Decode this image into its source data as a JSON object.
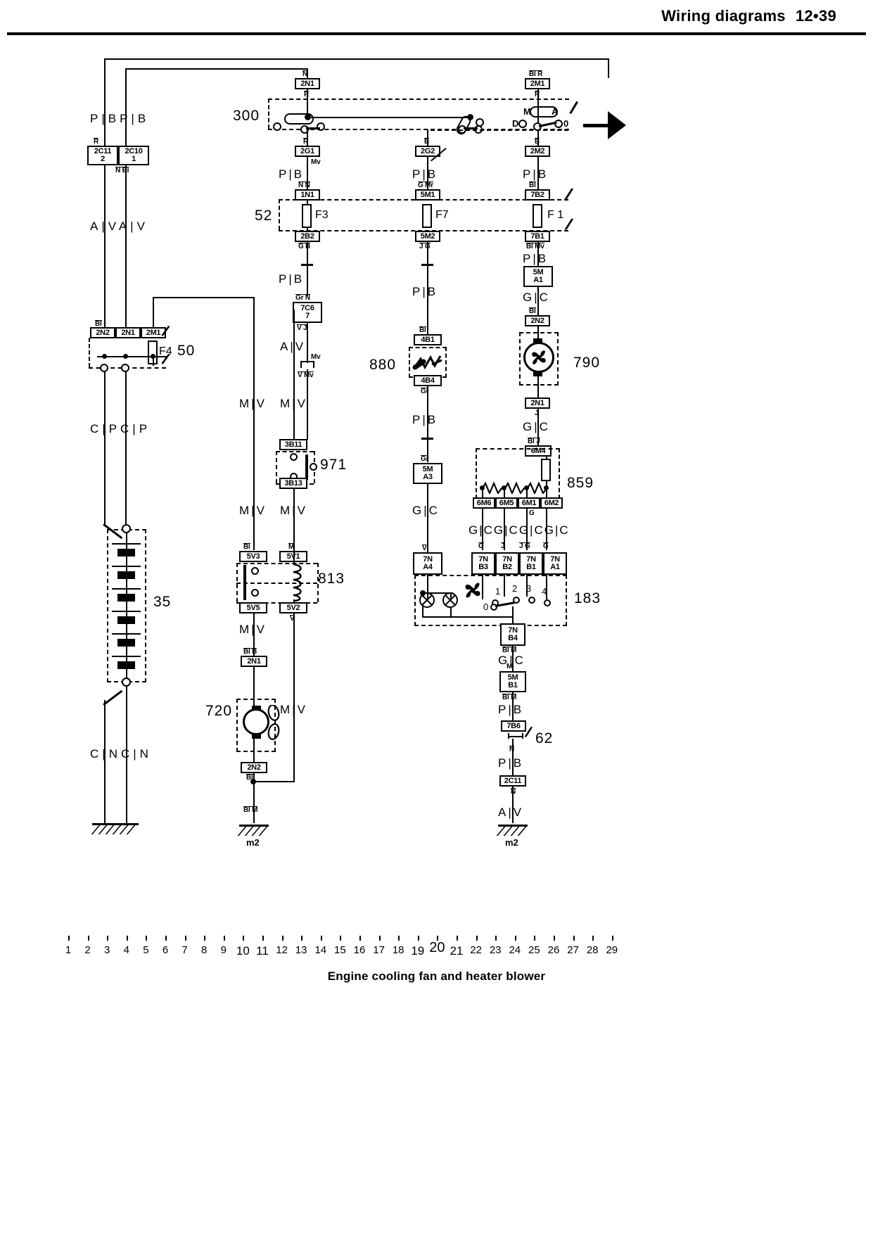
{
  "header": {
    "title": "Wiring diagrams",
    "page": "12•39"
  },
  "caption": "Engine cooling fan and heater blower",
  "scale": {
    "ticks": [
      "1",
      "2",
      "3",
      "4",
      "5",
      "6",
      "7",
      "8",
      "9",
      "10",
      "11",
      "12",
      "13",
      "14",
      "15",
      "16",
      "17",
      "18",
      "19",
      "20",
      "21",
      "22",
      "23",
      "24",
      "25",
      "26",
      "27",
      "28",
      "29"
    ]
  },
  "components": {
    "c300": "300",
    "c52": "52",
    "c50": "50",
    "c35": "35",
    "c971": "971",
    "c813": "813",
    "c720": "720",
    "c880": "880",
    "c790": "790",
    "c859": "859",
    "c183": "183",
    "c62": "62"
  },
  "fuses": {
    "f3": "F3",
    "f7": "F7",
    "f1": "F 1",
    "f4": "F4"
  },
  "connectors": {
    "k2C11": {
      "l1": "2C11",
      "l2": "2"
    },
    "k2C10": {
      "l1": "2C10",
      "l2": "1"
    },
    "k2N1_top": "2N1",
    "k2M1_top": "2M1",
    "k2G1": "2G1",
    "k2G2": "2G2",
    "k2M2": "2M2",
    "k1N1": "1N1",
    "k2B2": "2B2",
    "k5M1": "5M1",
    "k5M2": "5M2",
    "k7B2": "7B2",
    "k7B1": "7B1",
    "k5MA1": {
      "l1": "5M",
      "l2": "A1"
    },
    "k2N2_r": "2N2",
    "k2N1_r": "2N1",
    "k6M4": "6M4",
    "k7C6": {
      "l1": "7C6",
      "l2": "7"
    },
    "k4B1": "4B1",
    "k4B4": "4B4",
    "k5MA3": {
      "l1": "5M",
      "l2": "A3"
    },
    "k7NA4": {
      "l1": "7N",
      "l2": "A4"
    },
    "k3B11": "3B11",
    "k3B13": "3B13",
    "k5V3": "5V3",
    "k5V1": "5V1",
    "k5V5": "5V5",
    "k5V2": "5V2",
    "k2N1_relay": "2N1",
    "k2N2_fan": "2N2",
    "k2N2_l": "2N2",
    "k2N1_l": "2N1",
    "k2M1_l": "2M1",
    "k6M6": "6M6",
    "k6M5": "6M5",
    "k6M1": "6M1",
    "k6M2": "6M2",
    "k7NB3": {
      "l1": "7N",
      "l2": "B3"
    },
    "k7NB2": {
      "l1": "7N",
      "l2": "B2"
    },
    "k7NB1": {
      "l1": "7N",
      "l2": "B1"
    },
    "k7NA1": {
      "l1": "7N",
      "l2": "A1"
    },
    "k7NB4": {
      "l1": "7N",
      "l2": "B4"
    },
    "k5MB1": {
      "l1": "5M",
      "l2": "B1"
    },
    "k7B6": "7B6",
    "k2C11_b": "2C11"
  },
  "wire_codes": {
    "N_top": "N",
    "R_2N1": "R",
    "Bl_R_2M1": "Bl R",
    "R_2M1": "R",
    "R_2C11": "R",
    "N_Bl_2C10": "N Bl",
    "R_2G1": "R",
    "Mv_2G1": "Mv",
    "B_2G2": "B",
    "B_2M2": "B",
    "N_N_1N1": "N N",
    "G_B_2B2": "G B",
    "G_Mr_5M1": "G Mr",
    "J_G_5M2": "J G",
    "Bl_7B2": "Bl",
    "Bl_Mv_7B1": "Bl Mv",
    "Gr_N_7C6": "Gr N",
    "V_J_7C6": "V J",
    "Mv_join": "Mv",
    "V_Mv_join": "V Mv",
    "Bl_2N2r": "Bl",
    "J_2N1r": "J",
    "Bl_J_6M4": "Bl J",
    "Bl_4B1": "Bl",
    "Gr_4B4": "Gr",
    "Gr_5MA3": "Gr",
    "V_7NA4": "V",
    "Bl_2N2_l": "Bl",
    "Bl_5V3": "Bl",
    "M_5V1": "M",
    "V_5V2": "V",
    "Bl_B_2N1relay": "Bl B",
    "Bl_2N2fan": "Bl",
    "Bl_M_gnd2": "Bl M",
    "G_7NB3": "G",
    "J_7NB2": "J",
    "J_G_7NB1": "J G",
    "G_7NA1": "G",
    "Bl_M_7NB4": "Bl M",
    "M_5MB1": "M",
    "Bl_M_7B6": "Bl M",
    "N_2C11b": "N",
    "G_859": "G"
  },
  "colour_pairs": {
    "left_top": "P|BP|B",
    "left_AV": "A|VA|V",
    "left_CPCP": "C|PC|P",
    "left_CNCN": "C|NC|N",
    "c1_PB_a": "P|B",
    "c1_AV": "A|V",
    "c1_MV_a": "M|V",
    "c1_MV_b": "M|V",
    "c1_MV_c": "M|V",
    "c1_MV_d": "M|V",
    "relaycol_MV_a": "M|V",
    "relaycol_MV_b": "M|V",
    "relaycol_MV_c": "M|V",
    "c2_PB_a": "P|B",
    "c2_PB_b": "P|B",
    "c2_PB_c": "P|B",
    "c2_GC": "G|C",
    "c3_PB_a": "P|B",
    "c3_PB_b": "P|B",
    "c3_GC_a": "G|C",
    "c3_GC_b": "G|C",
    "c3_GC_c": "G|C",
    "c3_PB_c": "P|B",
    "c3_PB_d": "P|B",
    "c3_AV": "A|V",
    "res_row": "G|CG|CG|CG|C"
  },
  "switch_labels": {
    "key_M": "M",
    "key_A": "A",
    "key_D": "D",
    "key_0": "0",
    "blower_1": "1",
    "blower_2": "2",
    "blower_3": "3",
    "blower_4": "4",
    "blower_0": "0"
  },
  "grounds": {
    "g1": "",
    "g2": "m2",
    "g3": "m2"
  }
}
